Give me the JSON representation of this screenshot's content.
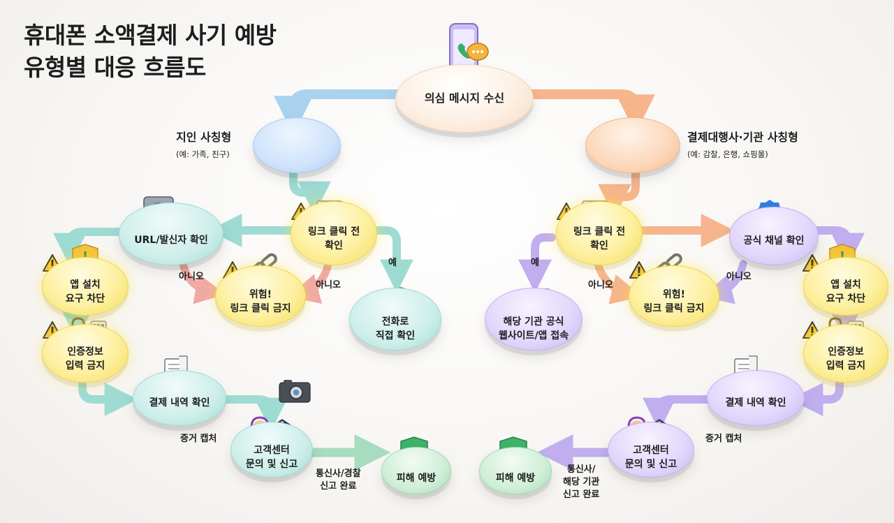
{
  "title": {
    "line1": "휴대폰 소액결제 사기 예방",
    "line2": "유형별 대응 흐름도"
  },
  "nodes": {
    "start": "의심 메시지 수신",
    "left_confirm": [
      "링크 클릭 전",
      "확인"
    ],
    "left_url": "URL/발신자 확인",
    "left_danger": [
      "위험!",
      "링크 클릭 금지"
    ],
    "left_call": [
      "전화로",
      "직접 확인"
    ],
    "left_app_block": [
      "앱 설치",
      "요구 차단"
    ],
    "left_cred": [
      "인증정보",
      "입력 금지"
    ],
    "left_payment": "결제 내역 확인",
    "left_report": [
      "고객센터",
      "문의 및 신고"
    ],
    "left_prevent": "피해 예방",
    "right_confirm": [
      "링크 클릭 전",
      "확인"
    ],
    "right_official": "공식 채널 확인",
    "right_danger": [
      "위험!",
      "링크 클릭 금지"
    ],
    "right_website": [
      "해당 기관 공식",
      "웹사이트/앱 접속"
    ],
    "right_app_block": [
      "앱 설치",
      "요구 차단"
    ],
    "right_cred": [
      "인증정보",
      "입력 금지"
    ],
    "right_payment": "결제 내역 확인",
    "right_report": [
      "고객센터",
      "문의 및 신고"
    ],
    "right_prevent": "피해 예방"
  },
  "labels": {
    "left_type": "지인 사칭형",
    "left_type_example": "(예: 가족, 친구)",
    "right_type": "결제대행사·기관 사칭형",
    "right_type_example": "(예: 감찰, 은행, 쇼핑몰)",
    "no": "아니오",
    "yes": "예",
    "evidence": "증거 캡처",
    "left_report_done": [
      "통신사/경찰",
      "신고 완료"
    ],
    "right_report_done": [
      "통신사/",
      "해당 기관",
      "신고 완료"
    ]
  },
  "icons": {
    "start": "phone-chat-icon",
    "left_type": "person-chat-icon",
    "right_type": "bank-gavel-cart-icon",
    "url_search": "url-search-icon",
    "safe": "safe-check-icon",
    "broken_link": "broken-link-icon",
    "phone_call": "phone-call-icon",
    "shield_block": "shield-block-icon",
    "lock_keypad": "lock-keypad-icon",
    "receipt": "receipt-icon",
    "camera": "camera-icon",
    "agent_police": "agent-police-icon",
    "shield_check": "shield-check-icon",
    "badge_check": "badge-check-icon",
    "browser": "browser-globe-icon",
    "warning": "warning-icon"
  },
  "colors": {
    "start": "#f9e6d4",
    "acquaintance": "#b9d6f6",
    "agency": "#f7c49c",
    "warning": "#f6e37a",
    "teal": "#b4e4dd",
    "green": "#b5e6c1",
    "purple": "#d4c6f7",
    "arrow_blue": "#a9d2ef",
    "arrow_orange": "#f6b58c",
    "arrow_teal": "#9edbd2",
    "arrow_purple": "#c0aeee",
    "arrow_pink": "#f0a9a4"
  }
}
